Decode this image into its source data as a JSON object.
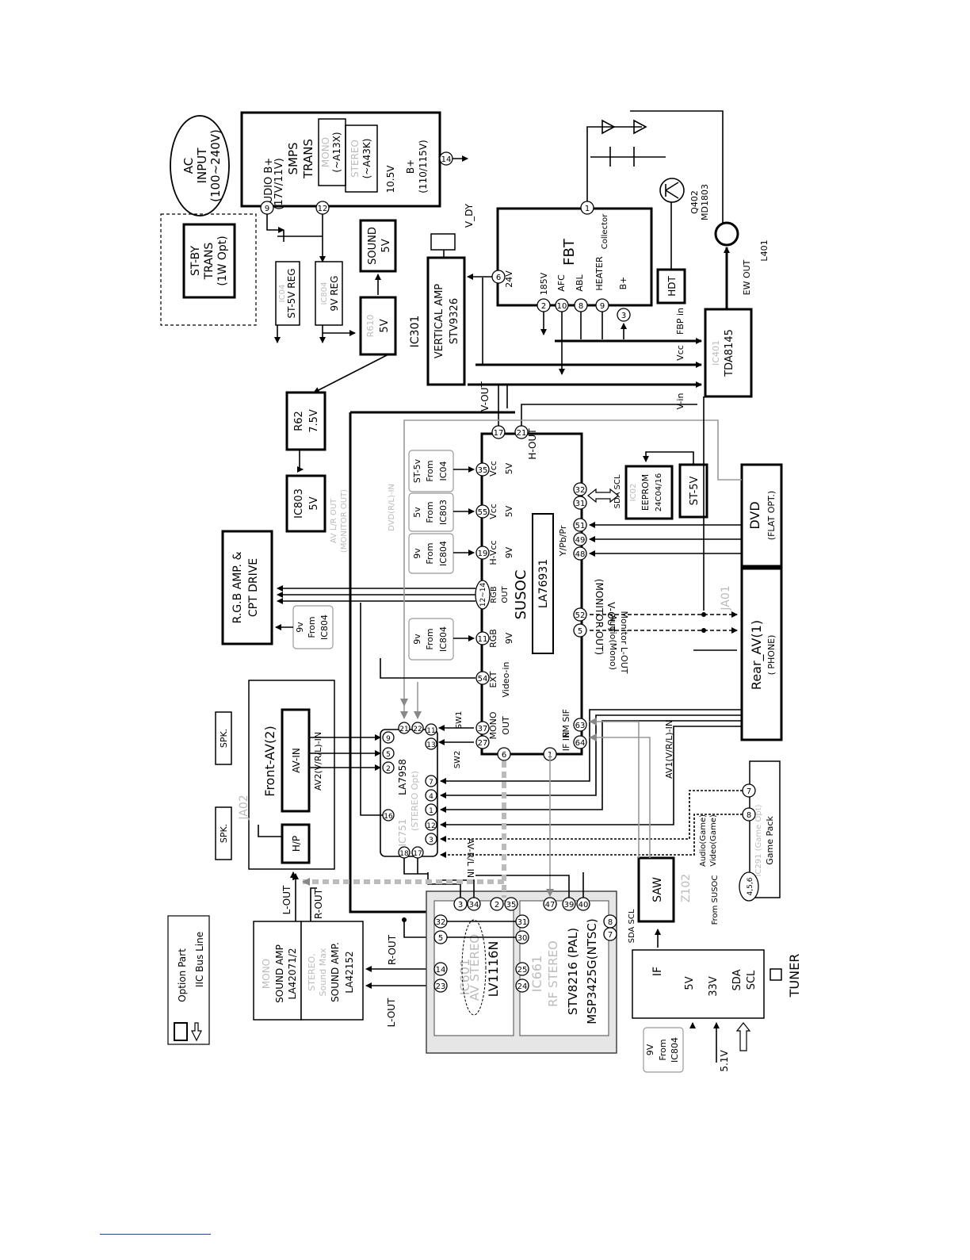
{
  "diagram": {
    "ac_input": [
      "AC",
      "INPUT",
      "(100~240V)"
    ],
    "stby_trans": [
      "ST-BY",
      "TRANS",
      "(1W Opt)"
    ],
    "smps": {
      "audio_b": [
        "AUDIO B+",
        "(17V/11V)"
      ],
      "title": [
        "SMPS",
        "TRANS"
      ],
      "mono_opt": [
        "MONO",
        "(~A13X)"
      ],
      "stereo_opt": [
        "STEREO",
        "(~A43K)"
      ],
      "v105": "10.5V",
      "bplus": [
        "B+",
        "(110/115V)"
      ],
      "pins": [
        "9",
        "12",
        "14"
      ]
    },
    "ic04": {
      "opt": "IC04",
      "label": "ST-5V REG"
    },
    "ic804": {
      "opt": "IC804",
      "label": "9V REG"
    },
    "sound5v": [
      "SOUND",
      "5V"
    ],
    "r610": {
      "opt": "R610",
      "label": "5V"
    },
    "r62": [
      "R62",
      "7.5V"
    ],
    "ic803": [
      "IC803",
      "5V"
    ],
    "ic301": {
      "ref": "IC301",
      "label": [
        "VERTICAL AMP",
        "STV9326"
      ],
      "vdy": "V_DY"
    },
    "fbt": {
      "title": "FBT",
      "pins": [
        "6",
        "2",
        "10",
        "8",
        "9",
        "3",
        "1"
      ],
      "labels": [
        "24V",
        "185V",
        "AFC",
        "ABL",
        "HEATER",
        "B+",
        "Collector"
      ]
    },
    "hdt": "HDT",
    "q402": [
      "Q402",
      "MD1803"
    ],
    "l401": "L401",
    "ew_out": "EW OUT",
    "ic401": {
      "opt": "IC401",
      "label": "TDA8145",
      "pins": [
        "Vcc",
        "FBP in",
        "V-in"
      ]
    },
    "susoc": {
      "title": "SUSOC",
      "chip": "LA76931",
      "vout": "V-OUT",
      "hout": "H-OUT",
      "pin_nums": [
        "17",
        "21",
        "35",
        "55",
        "19",
        "12~14",
        "11",
        "54",
        "37",
        "27",
        "6",
        "1",
        "64",
        "63",
        "32",
        "31",
        "51",
        "49",
        "48",
        "52",
        "5"
      ],
      "labels": {
        "vcc1": [
          "Vcc",
          "5V"
        ],
        "vcc2": [
          "Vcc",
          "5V"
        ],
        "hvcc": [
          "H-Vcc",
          "9V"
        ],
        "rgbout": [
          "RGB",
          "OUT"
        ],
        "rgb9": [
          "RGB",
          "9V"
        ],
        "ext": [
          "EXT",
          "Video-in"
        ],
        "mono": [
          "MONO",
          "OUT"
        ],
        "fmsif": "FM SIF",
        "ifin": "IF IN",
        "ypbpr": "Y/Pb/Pr"
      },
      "from_st5v": [
        "ST-5v",
        "From",
        "IC04"
      ],
      "from_5v": [
        "5v",
        "From",
        "IC803"
      ],
      "from_9v1": [
        "9v",
        "From",
        "IC804"
      ],
      "from_9v2": [
        "9v",
        "From",
        "IC804"
      ]
    },
    "ic02": {
      "opt": "IC02",
      "label": [
        "EEPROM",
        "24C04/16"
      ],
      "sda": "SDA SCL"
    },
    "st5v": "ST-5V",
    "dvd": [
      "DVD",
      "(FLAT OPT.)"
    ],
    "rear": {
      "opt": "JA01",
      "label": [
        "Rear_AV(1)",
        "( PHONE)"
      ]
    },
    "vout_monitor": [
      "V-OUT",
      "(MONITOR OUT)"
    ],
    "audio_monitor": [
      "Monitor L-OUT",
      "Audio(Mono)"
    ],
    "av_lr_out": [
      "AV L/R OUT",
      "(MONITOR OUT)"
    ],
    "dvd_in": "DVD(R/L)-IN",
    "rgb_amp": [
      "R.G.B AMP. &",
      "CPT DRIVE"
    ],
    "rgb_from": [
      "9v",
      "From",
      "IC804"
    ],
    "front_av": {
      "opt": "JA02",
      "title": "Front-AV(2)",
      "avin": "AV-IN",
      "av2": "AV2(V/R/L)-IN",
      "hp": "H/P"
    },
    "spk": [
      "SPK.",
      "SPK."
    ],
    "ic751": {
      "opt": "IC751",
      "label": "LA7958",
      "opt2": "(STEREO Opt)",
      "pins": [
        "9",
        "5",
        "2",
        "21",
        "22",
        "13",
        "11",
        "7",
        "4",
        "1",
        "12",
        "3",
        "16",
        "18",
        "17"
      ],
      "sw1": "SW1",
      "sw2": "SW2"
    },
    "av_rl_in": "AV-R/L IN",
    "av1": "AV1(V/R/L)-IN",
    "ic291": {
      "opt": "IC291 (Game Opt)",
      "label": "Game Pack",
      "pins": [
        "7",
        "8",
        "4,5,6"
      ],
      "audio": "Audio(Game)",
      "video": "Video(Game)",
      "from": "From SUSOC"
    },
    "saw": {
      "label": "SAW",
      "opt": "Z102"
    },
    "sda_scl": "SDA SCL",
    "tuner": {
      "title": "TUNER",
      "labels": [
        "IF",
        "5V",
        "33V",
        "SDA",
        "SCL"
      ],
      "from": [
        "9V",
        "From",
        "IC804"
      ],
      "v51": "5.1V"
    },
    "legend": {
      "option": "Option Part",
      "iic": "IIC Bus Line"
    },
    "sound_amp_mono": {
      "opt": "MONO",
      "label": [
        "SOUND AMP",
        "LA42071/2"
      ]
    },
    "sound_amp_stereo": {
      "opt": [
        "STEREO,",
        "Sound Max"
      ],
      "label": [
        "SOUND AMP.",
        "LA42152"
      ]
    },
    "l_out": "L-OUT",
    "r_out": "R-OUT",
    "ic601": {
      "opt": "IC601",
      "opt2": "AV STEREO",
      "label": "LV1116N",
      "pins": [
        "3",
        "34",
        "2",
        "35",
        "32",
        "5",
        "14",
        "23"
      ]
    },
    "ic661": {
      "opt": "IC661",
      "opt2": "RF STEREO",
      "label": [
        "STV8216 (PAL)",
        "MSP3425G(NTSC)"
      ],
      "pins": [
        "47",
        "39",
        "40",
        "31",
        "30",
        "25",
        "24",
        "8",
        "7"
      ]
    }
  }
}
